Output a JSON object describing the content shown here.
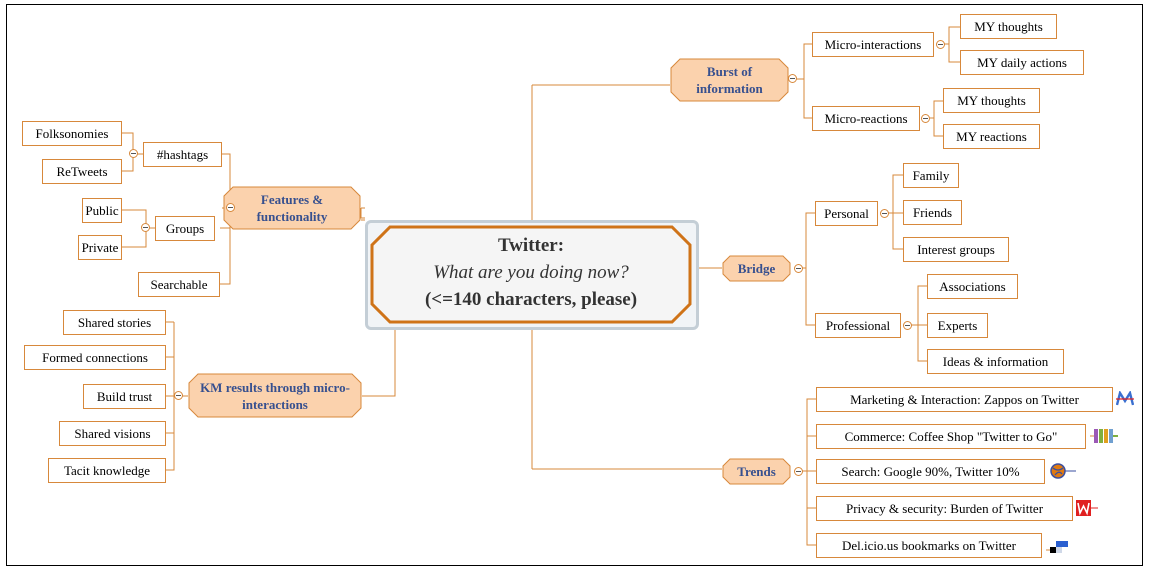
{
  "center": {
    "title": "Twitter:",
    "question": "What are you doing now?",
    "note": "(<=140 characters, please)"
  },
  "main": {
    "burst": "Burst of information",
    "features": "Features & functionality",
    "km": "KM results through micro-interactions",
    "bridge": "Bridge",
    "trends": "Trends"
  },
  "burst": {
    "micro_interactions": "Micro-interactions",
    "mi_thoughts": "MY thoughts",
    "mi_actions": "MY daily actions",
    "micro_reactions": "Micro-reactions",
    "mr_thoughts": "MY thoughts",
    "mr_reactions": "MY reactions"
  },
  "features": {
    "hashtags": "#hashtags",
    "folksonomies": "Folksonomies",
    "retweets": "ReTweets",
    "groups": "Groups",
    "public": "Public",
    "private": "Private",
    "searchable": "Searchable"
  },
  "km": {
    "items": [
      "Shared stories",
      "Formed connections",
      "Build trust",
      "Shared visions",
      "Tacit knowledge"
    ]
  },
  "bridge": {
    "personal": "Personal",
    "family": "Family",
    "friends": "Friends",
    "interest_groups": "Interest groups",
    "professional": "Professional",
    "associations": "Associations",
    "experts": "Experts",
    "ideas": "Ideas & information"
  },
  "trends": {
    "items": [
      {
        "label": "Marketing & Interaction: Zappos on Twitter",
        "icon": "m-logo-icon"
      },
      {
        "label": "Commerce: Coffee Shop \"Twitter to Go\"",
        "icon": "colored-bars-icon"
      },
      {
        "label": "Search: Google 90%, Twitter 10%",
        "icon": "globe-icon"
      },
      {
        "label": "Privacy & security: Burden of Twitter",
        "icon": "red-w-logo-icon"
      },
      {
        "label": "Del.icio.us bookmarks on Twitter",
        "icon": "delicious-icon"
      }
    ]
  },
  "colors": {
    "line": "#d7883b",
    "main_fill": "#fbd2ad",
    "main_text": "#37508f",
    "center_border": "#cf7318"
  }
}
